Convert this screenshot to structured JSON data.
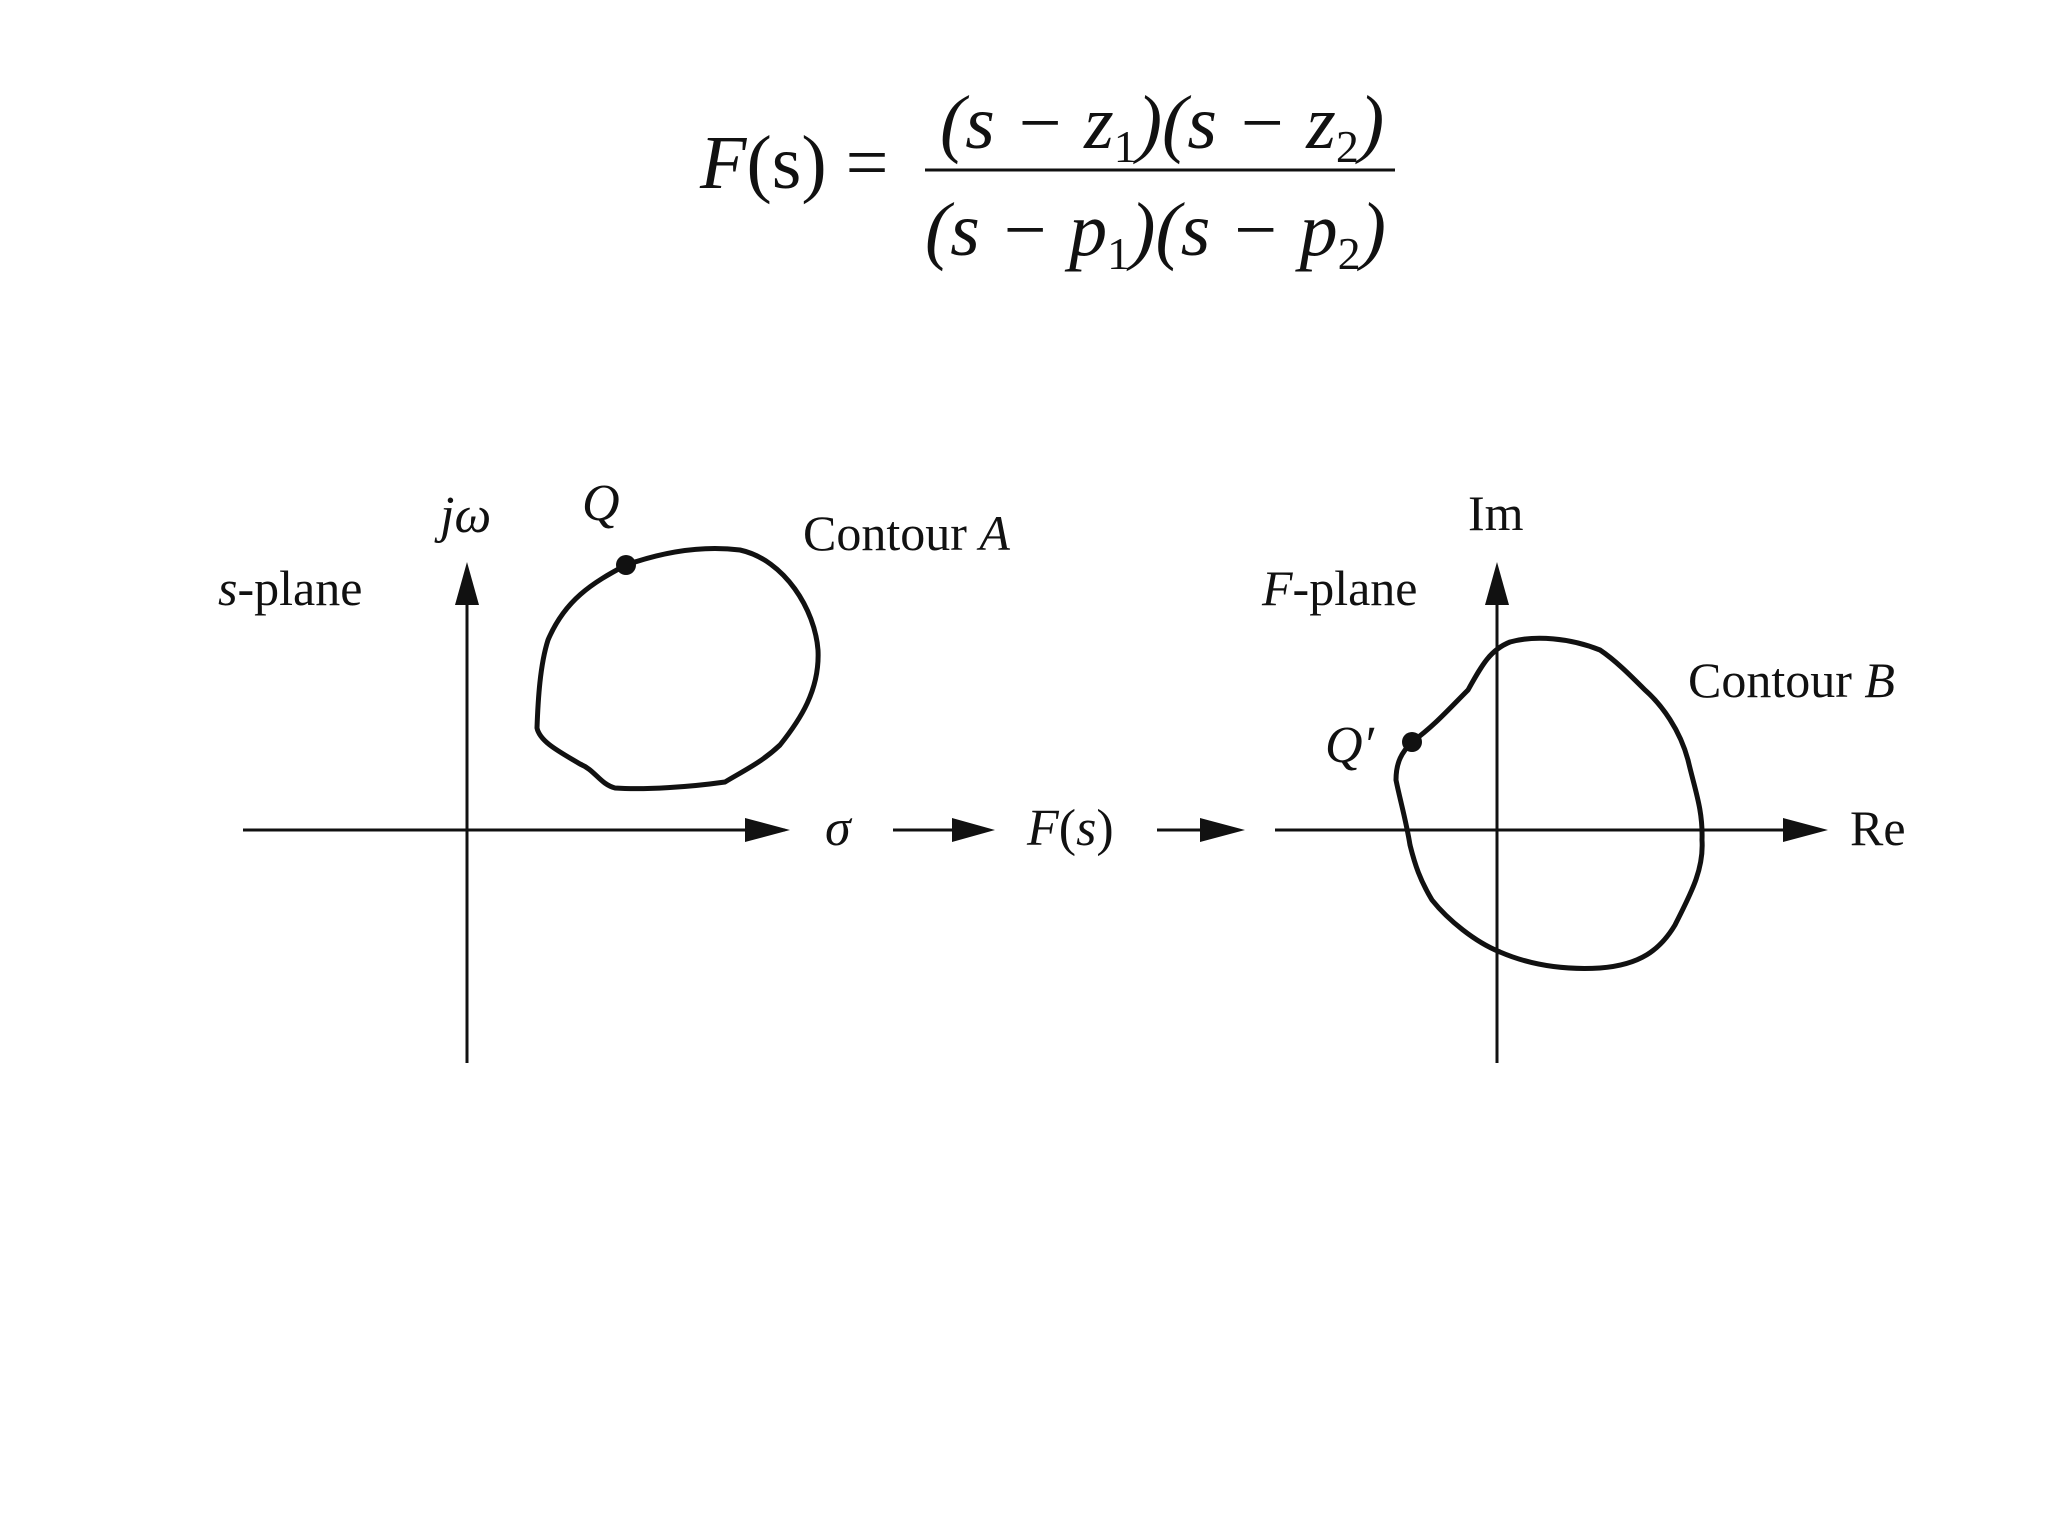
{
  "equation": {
    "lhs": "F",
    "lhs_arg": "(s) =",
    "num_open1": "(s − z",
    "num_sub1": "1",
    "num_mid": ")(s − z",
    "num_sub2": "2",
    "num_close": ")",
    "den_open1": "(s − p",
    "den_sub1": "1",
    "den_mid": ")(s − p",
    "den_sub2": "2",
    "den_close": ")"
  },
  "s_plane": {
    "plane_label_var": "s",
    "plane_label_rest": "-plane",
    "vertical_axis_label": "jω",
    "horizontal_axis_label": "σ",
    "point_label": "Q",
    "contour_label_text": "Contour ",
    "contour_label_var": "A"
  },
  "mapping": {
    "function_var": "F",
    "function_open": "(",
    "function_arg": "s",
    "function_close": ")"
  },
  "f_plane": {
    "plane_label_var": "F",
    "plane_label_rest": "-plane",
    "vertical_axis_label": "Im",
    "horizontal_axis_label": "Re",
    "point_label": "Q′",
    "contour_label_text": "Contour ",
    "contour_label_var": "B"
  },
  "colors": {
    "ink": "#111111",
    "background": "#ffffff"
  }
}
